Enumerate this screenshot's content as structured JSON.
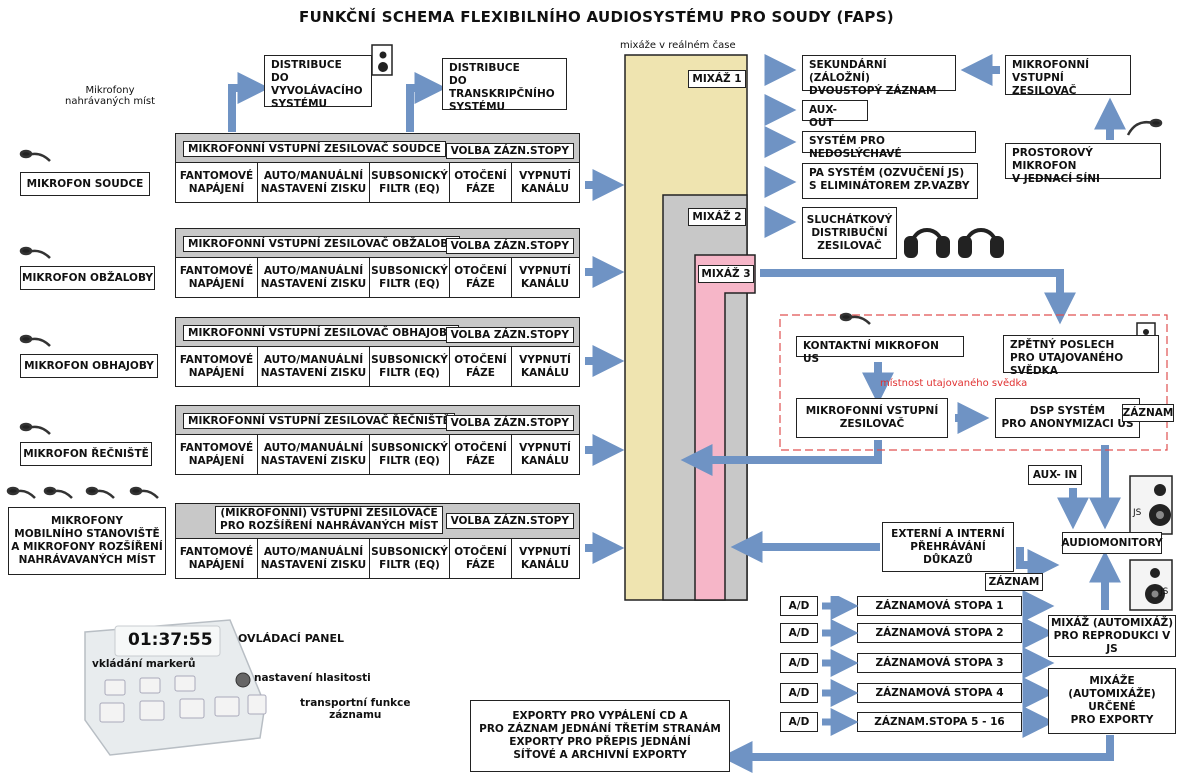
{
  "title": "FUNKČNÍ SCHEMA FLEXIBILNÍHO AUDIOSYSTÉMU PRO SOUDY (FAPS)",
  "labels": {
    "mic_places": "Mikrofony\nnahrávaných míst",
    "mixes_realtime": "mixáže v reálném čase",
    "hidden_room": "místnost utajovaného svědka"
  },
  "microphones": [
    "MIKROFON SOUDCE",
    "MIKROFON OBŽALOBY",
    "MIKROFON OBHAJOBY",
    "MIKROFON ŘEČNIŠTĚ",
    "MIKROFONY\nMOBILNÍHO STANOVIŠTĚ\nA MIKROFONY ROZŠÍŘENÍ\nNAHRÁVAVANÝCH MÍST"
  ],
  "preamps": [
    {
      "title": "MIKROFONNÍ VSTUPNÍ ZESILOVAČ SOUDCE",
      "volba": "VOLBA ZÁZN.STOPY"
    },
    {
      "title": "MIKROFONNÍ VSTUPNÍ ZESILOVAČ OBŽALOBY",
      "volba": "VOLBA ZÁZN.STOPY"
    },
    {
      "title": "MIKROFONNÍ VSTUPNÍ ZESILOVAČ OBHAJOBY",
      "volba": "VOLBA ZÁZN.STOPY"
    },
    {
      "title": "MIKROFONNÍ VSTUPNÍ ZESILOVAČ ŘEČNIŠTĚ",
      "volba": "VOLBA ZÁZN.STOPY"
    },
    {
      "title": "(MIKROFONNÍ) VSTUPNÍ ZESILOVAČE\nPRO ROZŠÍŘENÍ NAHRÁVANÝCH MÍST",
      "volba": "VOLBA ZÁZN.STOPY"
    }
  ],
  "preamp_cells": [
    "FANTOMOVÉ\nNAPÁJENÍ",
    "AUTO/MANUÁLNÍ\nNASTAVENÍ ZISKU",
    "SUBSONICKÝ\nFILTR (EQ)",
    "OTOČENÍ\nFÁZE",
    "VYPNUTÍ\nKANÁLU"
  ],
  "distribution": [
    "DISTRIBUCE\nDO VYVOLÁVACÍHO\nSYSTÉMU",
    "DISTRIBUCE\nDO TRANSKRIPČNÍHO\nSYSTÉMU"
  ],
  "mixes": [
    "MIXÁŽ 1",
    "MIXÁŽ 2",
    "MIXÁŽ 3"
  ],
  "outputs": {
    "secondary": "SEKUNDÁRNÍ (ZÁLOŽNÍ)\nDVOUSTOPÝ ZÁZNAM",
    "aux_out": "AUX-OUT",
    "hearing": "SYSTÉM PRO NEDOSLÝCHAVÉ",
    "pa": "PA SYSTÉM (OZVUČENÍ JS)\nS ELIMINÁTOREM ZP.VAZBY",
    "headphones": "SLUCHÁTKOVÝ\nDISTRIBUČNÍ\nZESILOVAČ",
    "mic_amp_right": "MIKROFONNÍ\nVSTUPNÍ ZESILOVAČ",
    "room_mic": "PROSTOROVÝ MIKROFON\nV JEDNACÍ SÍNI"
  },
  "hidden": {
    "contact_mic": "KONTAKTNÍ MIKROFON US",
    "monitor": "ZPĚTNÝ POSLECH\nPRO UTAJOVANÉHO SVĚDKA",
    "preamp": "MIKROFONNÍ VSTUPNÍ\nZESILOVAČ",
    "dsp": "DSP SYSTÉM\nPRO ANONYMIZACI US",
    "zaznam": "ZÁZNAM"
  },
  "aux_in": "AUX- IN",
  "evidence": "EXTERNÍ A INTERNÍ\nPŘEHRÁVÁNÍ\nDŮKAZŮ",
  "evidence_zaznam": "ZÁZNAM",
  "audiomonitors": "AUDIOMONITORY",
  "js_label": "JS",
  "tracks": [
    {
      "ad": "A/D",
      "name": "ZÁZNAMOVÁ STOPA  1"
    },
    {
      "ad": "A/D",
      "name": "ZÁZNAMOVÁ STOPA  2"
    },
    {
      "ad": "A/D",
      "name": "ZÁZNAMOVÁ STOPA  3"
    },
    {
      "ad": "A/D",
      "name": "ZÁZNAMOVÁ STOPA  4"
    },
    {
      "ad": "A/D",
      "name": "ZÁZNAM.STOPA 5 - 16"
    }
  ],
  "mix_repro": "MIXÁŽ  (AUTOMIXÁŽ)\nPRO REPRODUKCI V JS",
  "mix_export": "MIXÁŽE (AUTOMIXÁŽE)\nURČENÉ\nPRO EXPORTY",
  "exports": "EXPORTY PRO VYPÁLENÍ CD A\nPRO ZÁZNAM JEDNÁNÍ TŘETÍM STRANÁM\nEXPORTY PRO PŘEPIS JEDNÁNÍ\nSÍŤOVÉ A ARCHIVNÍ EXPORTY",
  "control_panel": {
    "time": "01:37:55",
    "title": "OVLÁDACÍ PANEL",
    "markers": "vkládání markerů",
    "volume": "nastavení hlasitosti",
    "transport": "transportní funkce\nzáznamu"
  },
  "colors": {
    "arrow": "#6f93c4",
    "mix1": "#efe4b0",
    "mix2": "#c8c8c8",
    "mix3": "#f6b6c8",
    "hidden_border": "#e05050",
    "hidden_text": "#e03030"
  }
}
